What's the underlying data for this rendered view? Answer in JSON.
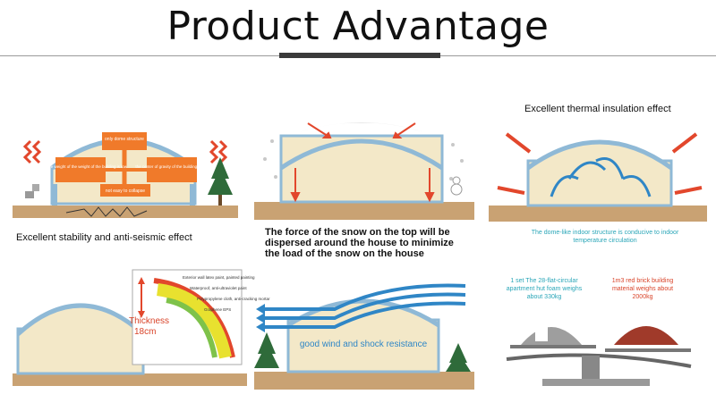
{
  "header": {
    "title": "Product Advantage"
  },
  "panel1": {
    "caption": "Excellent stability and anti-seismic effect",
    "labels": {
      "center": "only dome structure",
      "left": "reduce the weight of the weight of the building is low",
      "right": "the center of gravity of the building is low",
      "bottom": "not easy to collapse"
    }
  },
  "panel2": {
    "caption_lines": [
      "The force of the snow on the top will be",
      "dispersed around the house to minimize",
      "the load of the snow on the house"
    ]
  },
  "panel3": {
    "heading": "Excellent thermal insulation effect",
    "caption_lines": [
      "The dome-like indoor structure is conducive to indoor",
      "temperature circulation"
    ]
  },
  "panel4": {
    "thickness_label": "Thickness",
    "thickness_value": "18cm",
    "layers": [
      "Exterior wall latex paint, painted painting",
      "Waterproof, anti-ultraviolet paint",
      "Polypropylene cloth, anti-cracking mortar",
      "Graphene EPS"
    ]
  },
  "panel5": {
    "caption": "good wind and shock resistance"
  },
  "panel6": {
    "left_lines": [
      "1 set  The 28-flat-circular",
      "apartment hut foam weighs",
      "about 330kg"
    ],
    "right_lines": [
      "1m3 red brick building",
      "material weighs about",
      "2000kg"
    ]
  },
  "colors": {
    "dome_fill": "#f3e8c8",
    "dome_edge": "#8fb9d6",
    "ground": "#c9a273",
    "arrow_red": "#e2472c",
    "arrow_blue": "#2f86c6",
    "cyan_text": "#2aa6b8",
    "red_text": "#d9442a"
  }
}
